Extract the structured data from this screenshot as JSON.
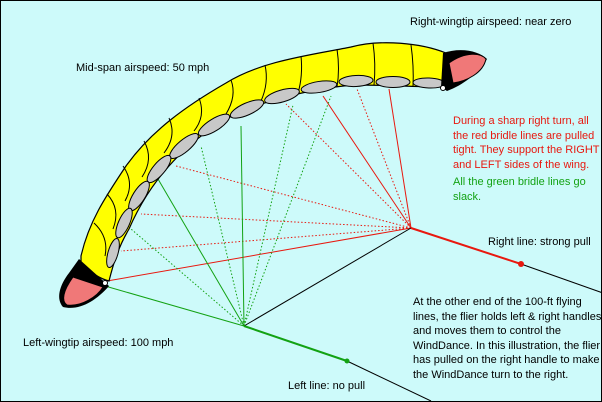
{
  "labels": {
    "right_wingtip": "Right-wingtip airspeed:  near zero",
    "mid_span": "Mid-span airspeed:  50 mph",
    "left_wingtip": "Left-wingtip airspeed:  100 mph",
    "right_line": "Right line:  strong pull",
    "left_line": "Left line:  no pull"
  },
  "notes": {
    "red": "During a sharp right turn, all the red bridle lines are pulled tight.  They support the RIGHT and LEFT sides of the wing.",
    "green": "All the green bridle lines go slack.",
    "flier": "At the other end of the 100-ft flying lines, the flier holds left & right handles and moves them to control the WindDance.  In this illustration, the flier has pulled on the right handle to make the WindDance turn to the right."
  },
  "colors": {
    "background": "#cdfafa",
    "wing": "#ffff00",
    "cell_opening": "#c8c8c8",
    "wingtip": "#f07878",
    "red_line": "#e8180f",
    "green_line": "#13a213"
  }
}
